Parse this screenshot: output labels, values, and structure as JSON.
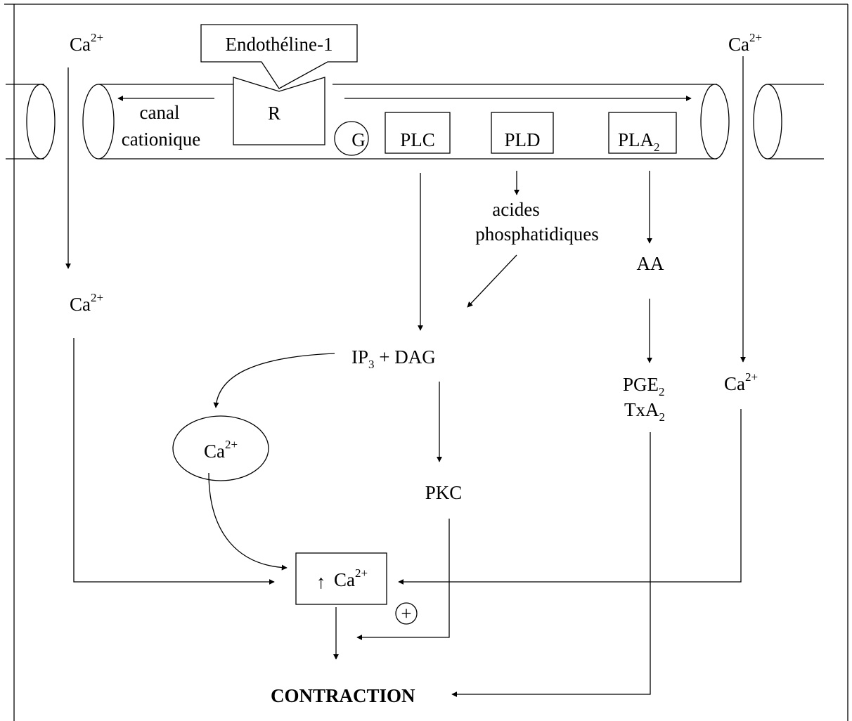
{
  "labels": {
    "endotheline": "Endothéline-1",
    "receptor": "R",
    "canal_line1": "canal",
    "canal_line2": "cationique",
    "g_protein": "G",
    "plc": "PLC",
    "pld": "PLD",
    "pla2_base": "PLA",
    "pla2_sub": "2",
    "ca_base": "Ca",
    "ca_sup": "2+",
    "acides_line1": "acides",
    "acides_line2": "phosphatidiques",
    "aa": "AA",
    "ip3_base": "IP",
    "ip3_sub": "3",
    "ip3_rest": " + DAG",
    "pge2_base": "PGE",
    "pge2_sub": "2",
    "txa2_base": "TxA",
    "txa2_sub": "2",
    "pkc": "PKC",
    "plus": "+",
    "up_arrow": "↑",
    "contraction": "CONTRACTION"
  },
  "colors": {
    "stroke": "#000000",
    "background": "#ffffff"
  }
}
